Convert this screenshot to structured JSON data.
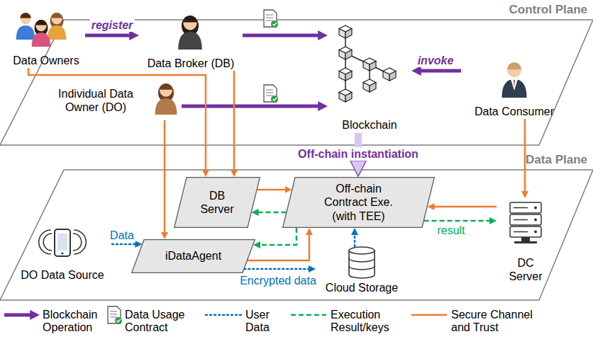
{
  "diagram": {
    "nodes": [
      {
        "text": [
          "Control Plane"
        ]
      },
      {
        "text": [
          "Data Owners"
        ],
        "in": 0
      },
      {
        "text": [
          "Data Broker (DB)"
        ],
        "in": 0
      },
      {
        "text": [
          "Blockchain"
        ],
        "in": 0
      },
      {
        "text": [
          "Data Consumer"
        ],
        "in": 0
      },
      {
        "text": [
          "Individual Data Owner (DO)"
        ],
        "in": 0
      },
      {
        "text": [
          "Data Plane"
        ]
      },
      {
        "text": [
          "DB Server"
        ],
        "in": 6
      },
      {
        "text": [
          "Off-chain Contract Exe. (with TEE)"
        ],
        "in": 6
      },
      {
        "text": [
          "DC Server"
        ],
        "in": 6
      },
      {
        "text": [
          "iDataAgent"
        ],
        "in": 6
      },
      {
        "text": [
          "DO Data Source"
        ],
        "in": 6
      },
      {
        "text": [
          "Cloud Storage"
        ],
        "in": 6
      }
    ],
    "edges": [
      {
        "from": 1,
        "to": 2,
        "label": "register",
        "arrow": "to"
      },
      {
        "from": 2,
        "to": 3,
        "arrow": "to"
      },
      {
        "from": 4,
        "to": 3,
        "label": "invoke",
        "arrow": "to"
      },
      {
        "from": 5,
        "to": 3,
        "arrow": "to"
      },
      {
        "from": 3,
        "to": 8,
        "label": "Off-chain instantiation",
        "arrow": "to"
      },
      {
        "from": 1,
        "to": 7,
        "arrow": "to"
      },
      {
        "from": 2,
        "to": 7,
        "arrow": "to"
      },
      {
        "from": 5,
        "to": 10,
        "arrow": "to"
      },
      {
        "from": 4,
        "to": 9,
        "arrow": "to"
      },
      {
        "from": 7,
        "to": 8,
        "arrow": "to"
      },
      {
        "from": 8,
        "to": 7,
        "arrow": "to"
      },
      {
        "from": 9,
        "to": 8,
        "arrow": "to"
      },
      {
        "from": 8,
        "to": 9,
        "label": "result",
        "arrow": "to"
      },
      {
        "from": 10,
        "to": 8,
        "arrow": "to"
      },
      {
        "from": 8,
        "to": 10,
        "arrow": "to"
      },
      {
        "from": 11,
        "to": 10,
        "label": "Data",
        "arrow": "to"
      },
      {
        "from": 10,
        "to": 12,
        "label": "Encrypted data",
        "arrow": "to"
      },
      {
        "from": 12,
        "to": 8,
        "arrow": "to"
      }
    ],
    "legend": [
      {
        "text": "Blockchain Operation"
      },
      {
        "text": "Data Usage Contract"
      },
      {
        "text": "User Data"
      },
      {
        "text": "Execution Result/keys"
      },
      {
        "text": "Secure Channel and Trust"
      }
    ]
  }
}
